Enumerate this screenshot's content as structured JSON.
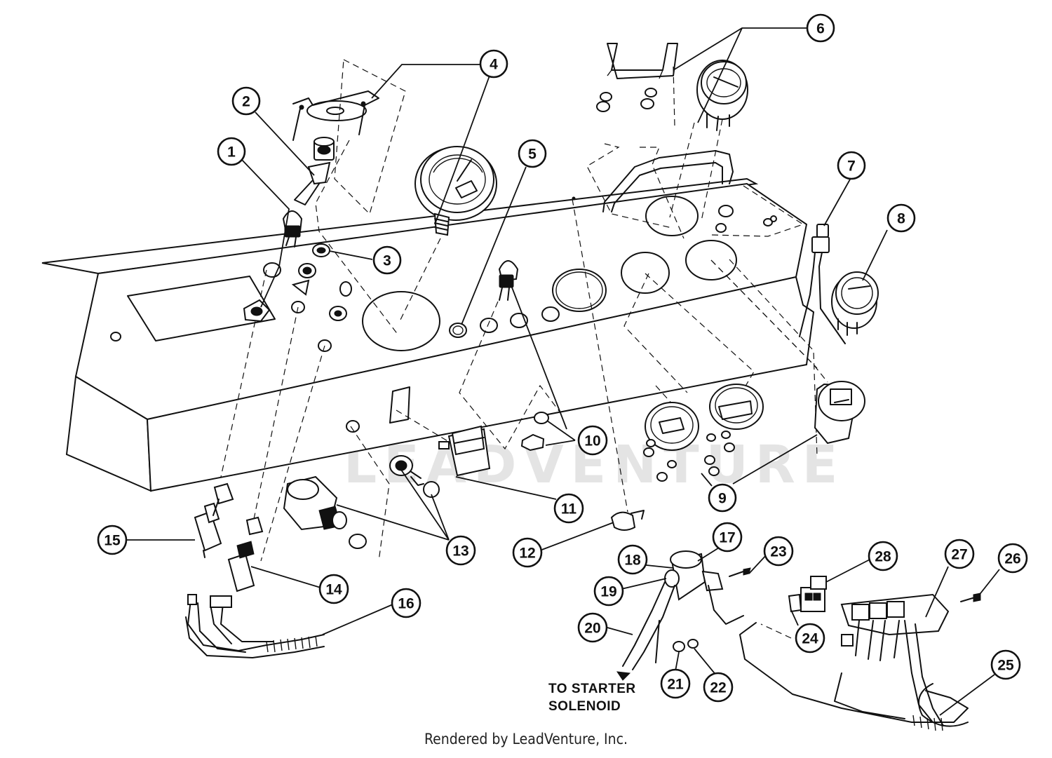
{
  "diagram": {
    "callouts": [
      {
        "id": "c1",
        "label": "1"
      },
      {
        "id": "c2",
        "label": "2"
      },
      {
        "id": "c3",
        "label": "3"
      },
      {
        "id": "c4",
        "label": "4"
      },
      {
        "id": "c5",
        "label": "5"
      },
      {
        "id": "c6",
        "label": "6"
      },
      {
        "id": "c7",
        "label": "7"
      },
      {
        "id": "c8",
        "label": "8"
      },
      {
        "id": "c9",
        "label": "9"
      },
      {
        "id": "c10",
        "label": "10"
      },
      {
        "id": "c11",
        "label": "11"
      },
      {
        "id": "c12",
        "label": "12"
      },
      {
        "id": "c13",
        "label": "13"
      },
      {
        "id": "c14",
        "label": "14"
      },
      {
        "id": "c15",
        "label": "15"
      },
      {
        "id": "c16",
        "label": "16"
      },
      {
        "id": "c17",
        "label": "17"
      },
      {
        "id": "c18",
        "label": "18"
      },
      {
        "id": "c19",
        "label": "19"
      },
      {
        "id": "c20",
        "label": "20"
      },
      {
        "id": "c21",
        "label": "21"
      },
      {
        "id": "c22",
        "label": "22"
      },
      {
        "id": "c23",
        "label": "23"
      },
      {
        "id": "c24",
        "label": "24"
      },
      {
        "id": "c25",
        "label": "25"
      },
      {
        "id": "c26",
        "label": "26"
      },
      {
        "id": "c27",
        "label": "27"
      },
      {
        "id": "c28",
        "label": "28"
      }
    ],
    "note_line1": "TO STARTER",
    "note_line2": "SOLENOID",
    "watermark": "LEADVENTURE"
  },
  "footer": {
    "text": "Rendered by LeadVenture, Inc."
  }
}
